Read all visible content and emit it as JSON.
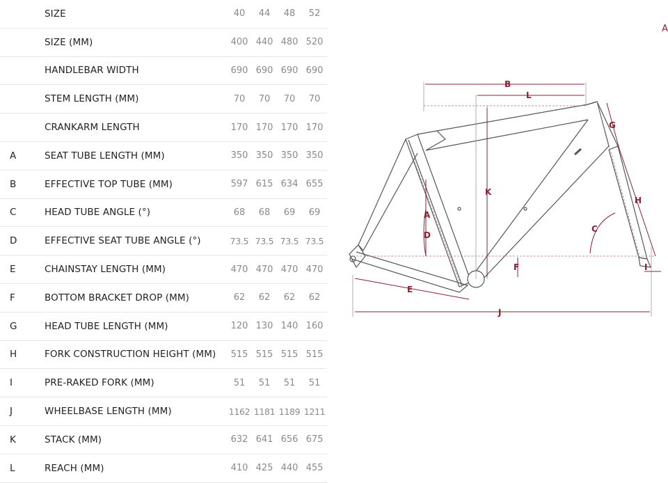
{
  "table": {
    "rows": [
      {
        "code": "",
        "label": "SIZE",
        "values": [
          "40",
          "44",
          "48",
          "52"
        ]
      },
      {
        "code": "",
        "label": "SIZE (MM)",
        "values": [
          "400",
          "440",
          "480",
          "520"
        ]
      },
      {
        "code": "",
        "label": "HANDLEBAR WIDTH",
        "values": [
          "690",
          "690",
          "690",
          "690"
        ]
      },
      {
        "code": "",
        "label": "STEM LENGTH (MM)",
        "values": [
          "70",
          "70",
          "70",
          "70"
        ]
      },
      {
        "code": "",
        "label": "CRANKARM LENGTH",
        "values": [
          "170",
          "170",
          "170",
          "170"
        ]
      },
      {
        "code": "A",
        "label": "SEAT TUBE LENGTH (MM)",
        "values": [
          "350",
          "350",
          "350",
          "350"
        ]
      },
      {
        "code": "B",
        "label": "EFFECTIVE TOP TUBE (MM)",
        "values": [
          "597",
          "615",
          "634",
          "655"
        ]
      },
      {
        "code": "C",
        "label": "HEAD TUBE ANGLE (°)",
        "values": [
          "68",
          "68",
          "69",
          "69"
        ]
      },
      {
        "code": "D",
        "label": "EFFECTIVE SEAT TUBE ANGLE (°)",
        "values": [
          "73.5",
          "73.5",
          "73.5",
          "73.5"
        ]
      },
      {
        "code": "E",
        "label": "CHAINSTAY LENGTH (MM)",
        "values": [
          "470",
          "470",
          "470",
          "470"
        ]
      },
      {
        "code": "F",
        "label": "BOTTOM BRACKET DROP (MM)",
        "values": [
          "62",
          "62",
          "62",
          "62"
        ]
      },
      {
        "code": "G",
        "label": "HEAD TUBE LENGTH (MM)",
        "values": [
          "120",
          "130",
          "140",
          "160"
        ]
      },
      {
        "code": "H",
        "label": "FORK CONSTRUCTION HEIGHT (MM)",
        "values": [
          "515",
          "515",
          "515",
          "515"
        ]
      },
      {
        "code": "I",
        "label": "PRE-RAKED FORK (MM)",
        "values": [
          "51",
          "51",
          "51",
          "51"
        ]
      },
      {
        "code": "J",
        "label": "WHEELBASE LENGTH (MM)",
        "values": [
          "1162",
          "1181",
          "1189",
          "1211"
        ]
      },
      {
        "code": "K",
        "label": "STACK (MM)",
        "values": [
          "632",
          "641",
          "656",
          "675"
        ]
      },
      {
        "code": "L",
        "label": "REACH (MM)",
        "values": [
          "410",
          "425",
          "440",
          "455"
        ]
      }
    ]
  },
  "diagram": {
    "labels": {
      "A": "A",
      "B": "B",
      "C": "C",
      "D": "D",
      "E": "E",
      "F": "F",
      "G": "G",
      "H": "H",
      "I": "I",
      "J": "J",
      "K": "K",
      "L": "L"
    },
    "edge_mark": "A",
    "colors": {
      "dimension": "#8b2030",
      "frame": "#555555"
    }
  }
}
